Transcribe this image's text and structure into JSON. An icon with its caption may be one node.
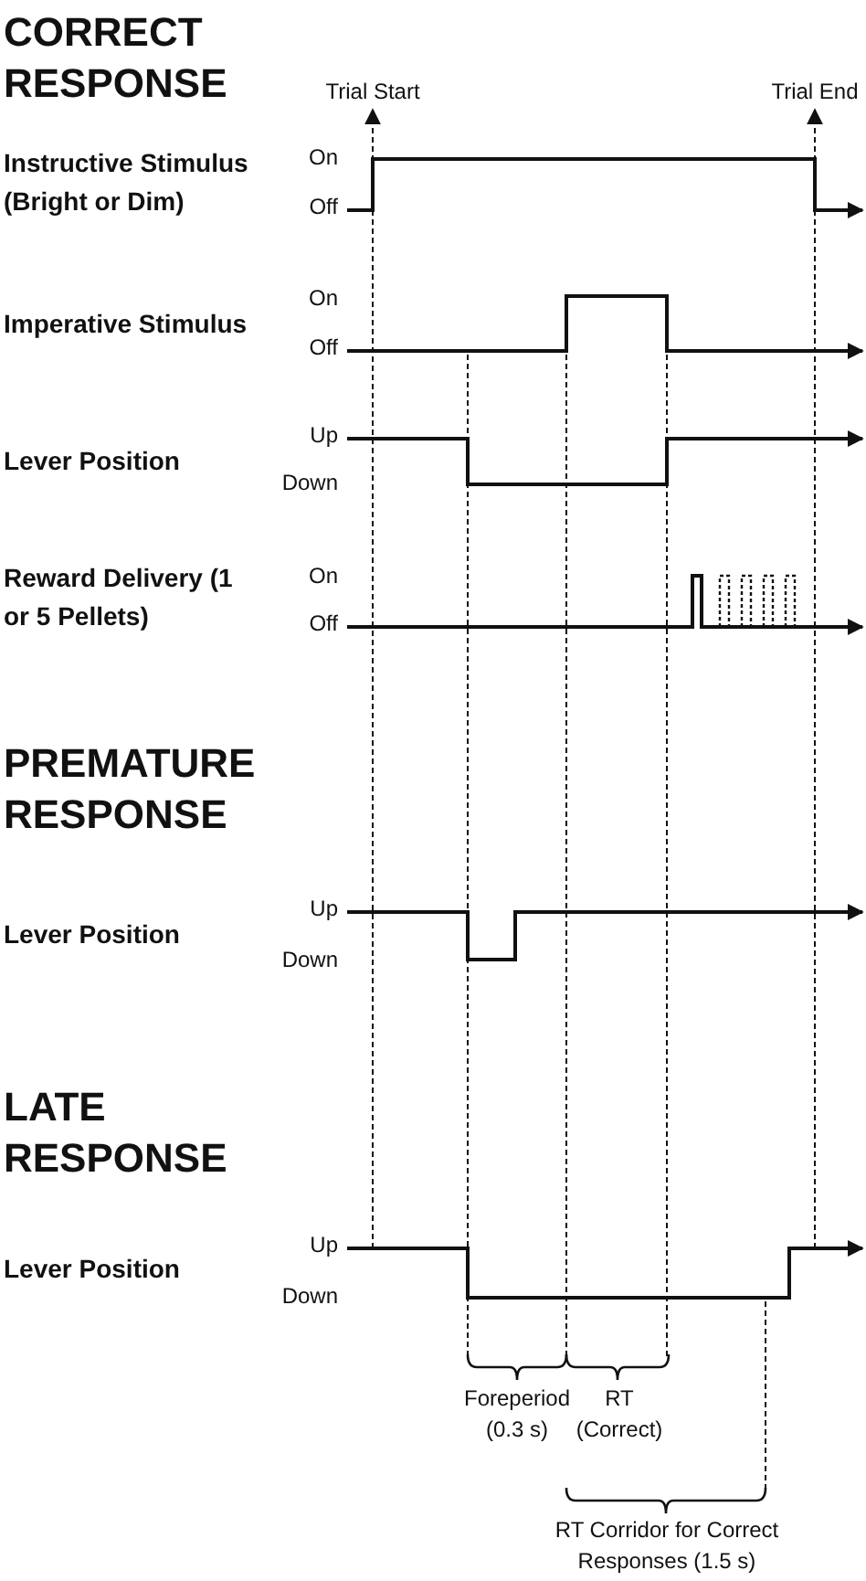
{
  "diagram": {
    "labels": [
      "CORRECT RESPONSE",
      "Trial Start",
      "Trial End",
      "Instructive Stimulus (Bright or Dim)",
      "On",
      "Off",
      "Imperative Stimulus",
      "On",
      "Off",
      "Lever Position",
      "Up",
      "Down",
      "Reward Delivery (1 or 5 Pellets)",
      "On",
      "Off",
      "PREMATURE RESPONSE",
      "Lever Position",
      "Up",
      "Down",
      "LATE RESPONSE",
      "Lever Position",
      "Up",
      "Down",
      "Foreperiod (0.3 s)",
      "RT (Correct)",
      "RT Corridor for Correct Responses (1.5 s)"
    ]
  }
}
